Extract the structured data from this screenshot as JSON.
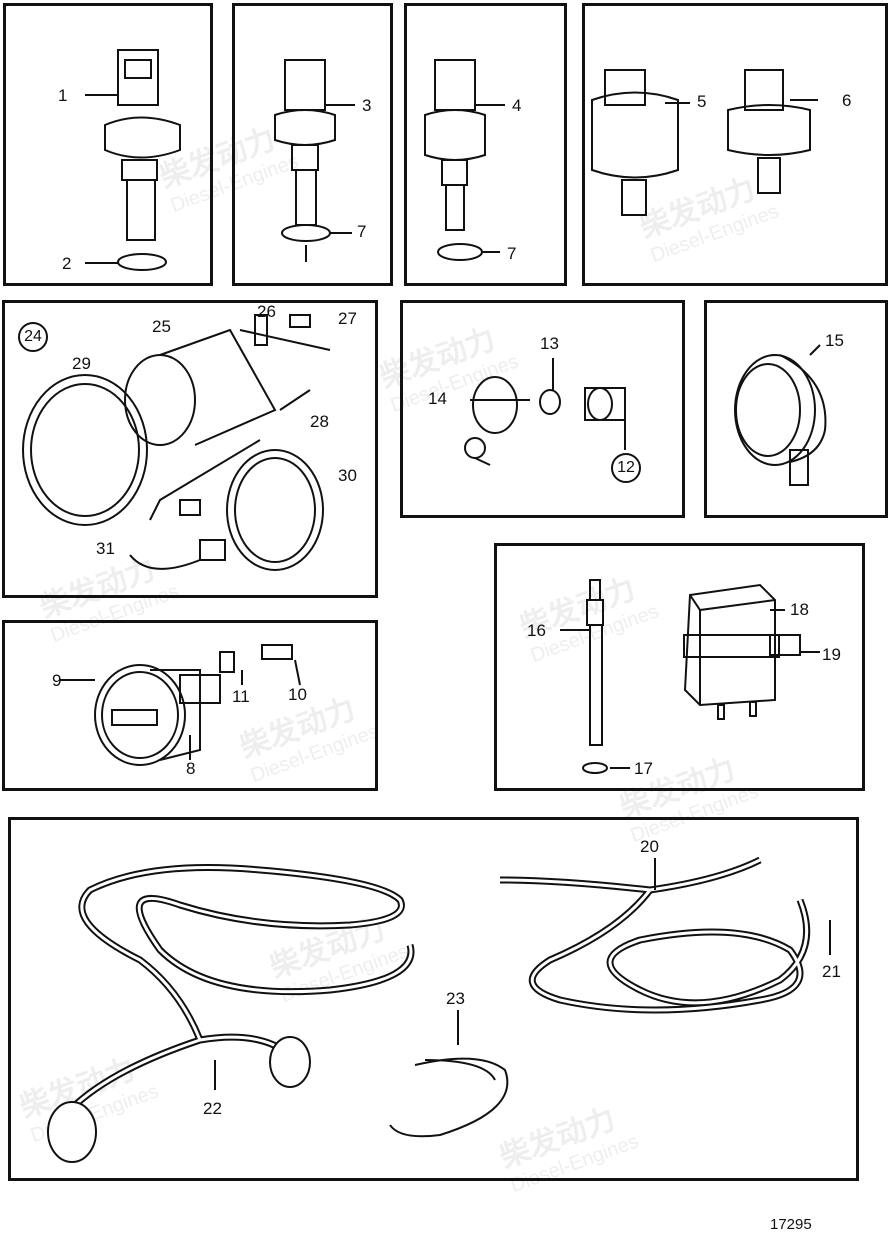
{
  "diagram": {
    "figure_number": "17295",
    "watermark": {
      "cn": "柴发动力",
      "en": "Diesel-Engines"
    },
    "labels": [
      "1",
      "2",
      "3",
      "4",
      "5",
      "6",
      "7",
      "7",
      "24",
      "25",
      "26",
      "27",
      "28",
      "29",
      "30",
      "31",
      "13",
      "14",
      "12",
      "15",
      "9",
      "11",
      "10",
      "8",
      "16",
      "17",
      "18",
      "19",
      "20",
      "21",
      "22",
      "23"
    ]
  }
}
